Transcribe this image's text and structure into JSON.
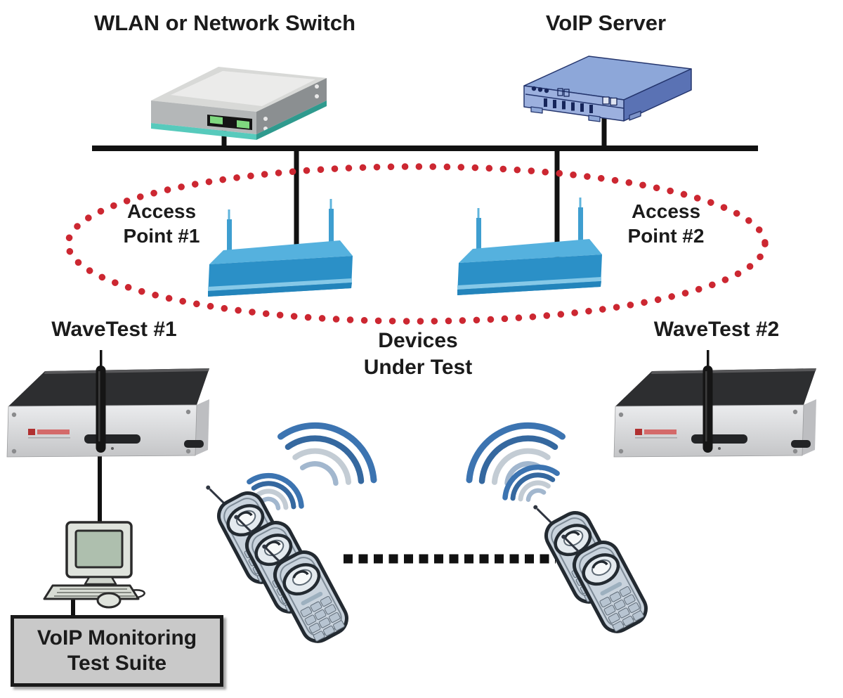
{
  "diagram": {
    "labels": {
      "network_switch": "WLAN or Network Switch",
      "voip_server": "VoIP Server",
      "access_point_1": [
        "Access",
        "Point #1"
      ],
      "access_point_2": [
        "Access",
        "Point #2"
      ],
      "wavetest_1": "WaveTest #1",
      "wavetest_2": "WaveTest #2",
      "devices_under_test": [
        "Devices",
        "Under Test"
      ],
      "voip_monitoring": [
        "VoIP Monitoring",
        "Test Suite"
      ]
    },
    "colors": {
      "label_text": "#1b1b1b",
      "coverage_ellipse_red": "#cc2731",
      "backbone_black": "#111111",
      "access_point_blue": "#2b90c7",
      "access_point_top_blue": "#55b1de",
      "wifi_signal_blue": "#3c74b1",
      "server_blue": "#9cb0de",
      "server_outline_navy": "#24356d",
      "switch_gray": "#b4b7b8",
      "switch_teal": "#57cabc",
      "wavetest_silver": "#d5d6d8",
      "monitor_box_fill": "#c9c9c9"
    }
  }
}
